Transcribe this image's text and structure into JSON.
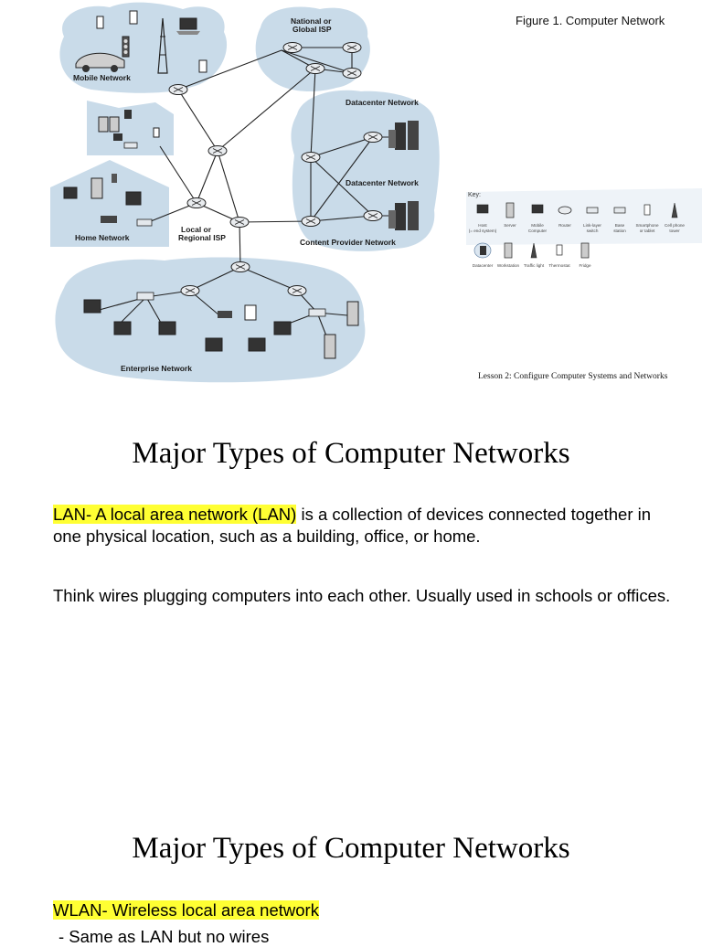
{
  "figure": {
    "caption": "Figure 1. Computer Network",
    "labels": {
      "mobile_network": "Mobile Network",
      "national_isp_line1": "National or",
      "national_isp_line2": "Global ISP",
      "datacenter_network": "Datacenter Network",
      "home_network": "Home Network",
      "regional_isp_line1": "Local or",
      "regional_isp_line2": "Regional ISP",
      "content_provider": "Content Provider Network",
      "enterprise_network": "Enterprise Network"
    },
    "key": {
      "title": "Key:",
      "row1": [
        {
          "line1": "Host",
          "line2": "(= end system)",
          "icon": "host-icon"
        },
        {
          "line1": "Server",
          "line2": "",
          "icon": "server-icon"
        },
        {
          "line1": "Mobile",
          "line2": "Computer",
          "icon": "mobile-computer-icon"
        },
        {
          "line1": "Router",
          "line2": "",
          "icon": "router-icon"
        },
        {
          "line1": "Link-layer",
          "line2": "switch",
          "icon": "switch-icon"
        },
        {
          "line1": "Base",
          "line2": "station",
          "icon": "base-station-icon"
        },
        {
          "line1": "Smartphone",
          "line2": "or tablet",
          "icon": "smartphone-icon"
        },
        {
          "line1": "Cell phone",
          "line2": "tower",
          "icon": "cell-tower-icon"
        }
      ],
      "row2": [
        {
          "line1": "Datacenter",
          "icon": "datacenter-icon"
        },
        {
          "line1": "Workstation",
          "icon": "workstation-icon"
        },
        {
          "line1": "Traffic light",
          "icon": "traffic-light-icon"
        },
        {
          "line1": "Thermostat",
          "icon": "thermostat-icon"
        },
        {
          "line1": "Fridge",
          "icon": "fridge-icon"
        }
      ]
    }
  },
  "lesson": "Lesson 2: Configure Computer Systems and Networks",
  "section1": {
    "heading": "Major Types of Computer Networks",
    "para1_highlight": "LAN- A local area network (LAN)",
    "para1_rest": " is a collection of devices connected together in one physical location, such as a building, office, or home.",
    "para2": "Think wires plugging computers into each other. Usually used in schools or offices."
  },
  "section2": {
    "heading": "Major Types of Computer Networks",
    "para1_highlight": "WLAN- Wireless local area network",
    "cut_line": "- Same as LAN but no wires"
  }
}
